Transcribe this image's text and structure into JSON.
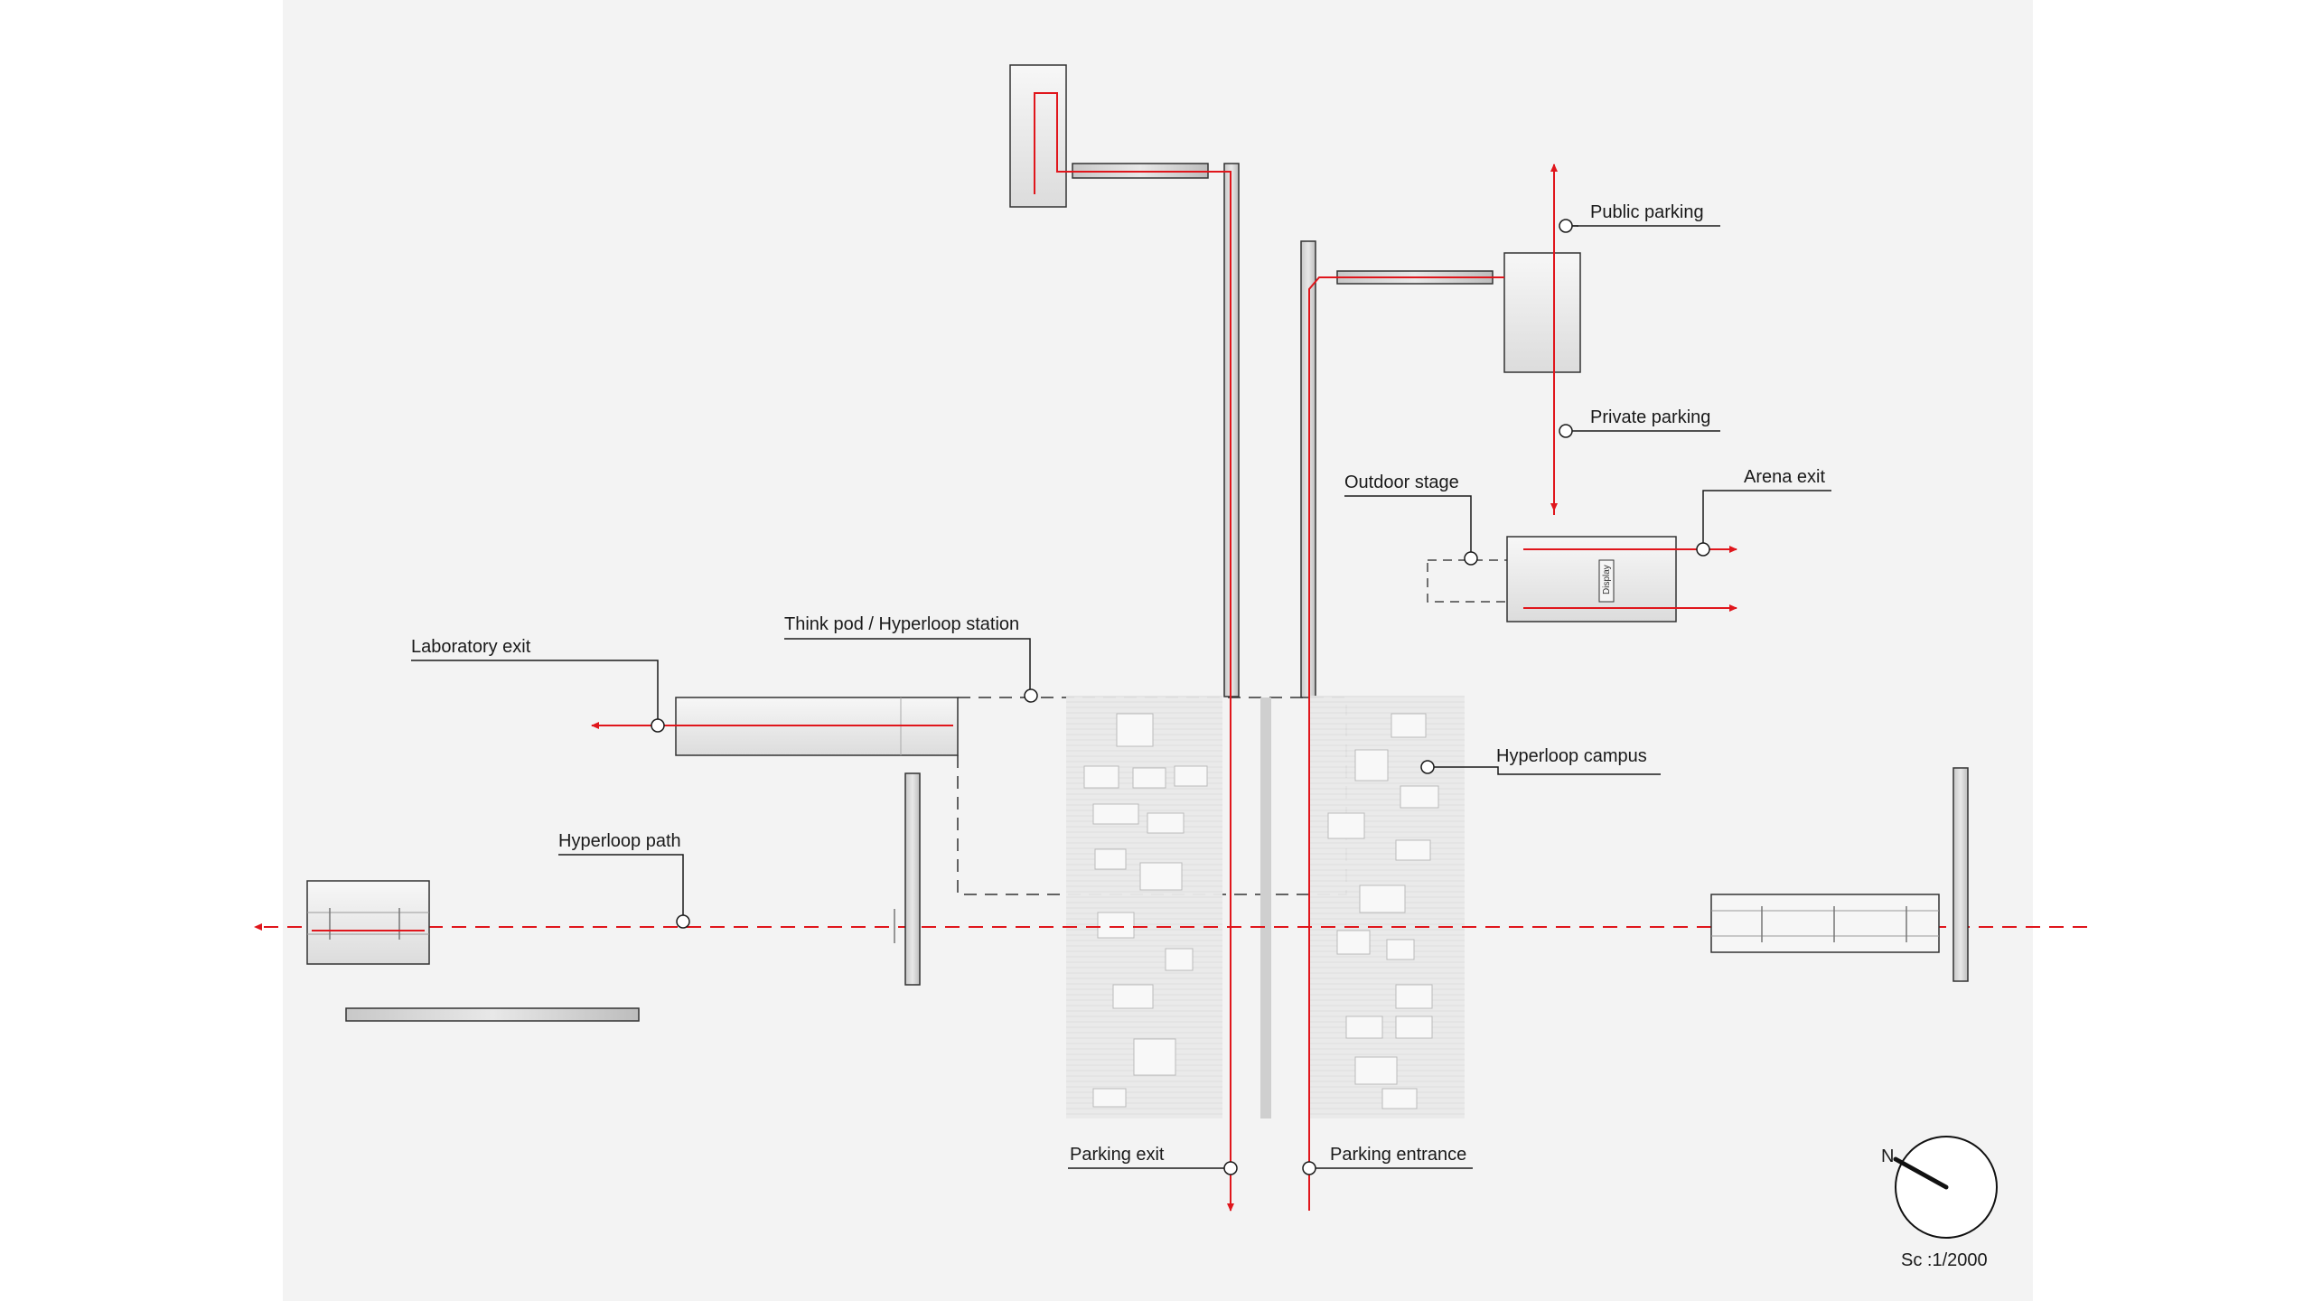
{
  "labels": {
    "public_parking": "Public parking",
    "private_parking": "Private parking",
    "outdoor_stage": "Outdoor stage",
    "arena_exit": "Arena exit",
    "think_pod": "Think pod / Hyperloop station",
    "laboratory_exit": "Laboratory exit",
    "hyperloop_campus": "Hyperloop campus",
    "hyperloop_path": "Hyperloop path",
    "parking_exit": "Parking exit",
    "parking_entrance": "Parking entrance",
    "display": "Display"
  },
  "compass": {
    "north_label": "N"
  },
  "scale": {
    "text": "Sc :1/2000"
  },
  "colors": {
    "background": "#ffffff",
    "panel": "#f3f3f3",
    "route": "#e0161c",
    "line": "#1a1a1a",
    "building_fill": "#e9e9e9"
  }
}
